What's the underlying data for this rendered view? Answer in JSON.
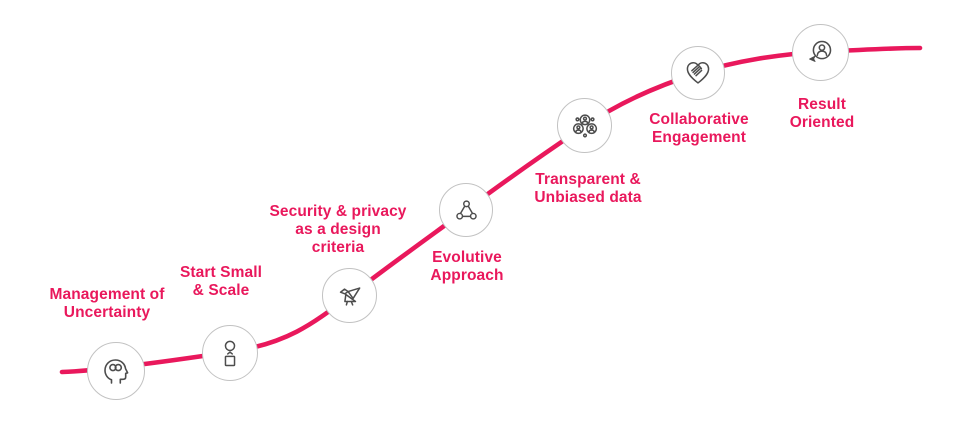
{
  "diagram": {
    "type": "s-curve-roadmap",
    "title": "",
    "accent_color": "#E9185C",
    "node_border_color": "#C2C2C2",
    "icon_stroke_color": "#4D4D4D",
    "background_color": "#FFFFFF",
    "nodes": [
      {
        "label": "Management of\nUncertainty",
        "icon": "head-infinity-icon"
      },
      {
        "label": "Start Small\n& Scale",
        "icon": "circle-square-scale-icon"
      },
      {
        "label": "Security & privacy\nas a design\ncriteria",
        "icon": "origami-bird-icon"
      },
      {
        "label": "Evolutive\nApproach",
        "icon": "triangle-network-icon"
      },
      {
        "label": "Transparent &\nUnbiased data",
        "icon": "people-group-icon"
      },
      {
        "label": "Collaborative\nEngagement",
        "icon": "heart-handshake-icon"
      },
      {
        "label": "Result\nOriented",
        "icon": "badge-person-icon"
      }
    ]
  }
}
